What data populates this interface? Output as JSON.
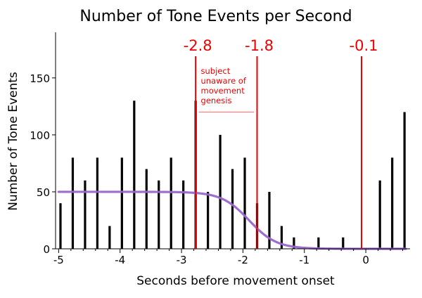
{
  "chart_data": {
    "type": "bar",
    "title": "Number of Tone Events per Second",
    "xlabel": "Seconds before movement onset",
    "ylabel": "Number of Tone Events",
    "xlim": [
      -5.05,
      0.72
    ],
    "ylim": [
      0,
      190
    ],
    "x_ticks": [
      -5,
      -4,
      -3,
      -2,
      -1,
      0
    ],
    "x_tick_labels": [
      "-5",
      "-4",
      "-3",
      "-2",
      "-1",
      "0"
    ],
    "y_ticks": [
      0,
      50,
      100,
      150
    ],
    "y_tick_labels": [
      "0",
      "50",
      "100",
      "150"
    ],
    "grid": false,
    "bar_color": "#000000",
    "bars": [
      {
        "x": -4.97,
        "y": 40
      },
      {
        "x": -4.77,
        "y": 80
      },
      {
        "x": -4.57,
        "y": 60
      },
      {
        "x": -4.37,
        "y": 80
      },
      {
        "x": -4.17,
        "y": 20
      },
      {
        "x": -3.97,
        "y": 80
      },
      {
        "x": -3.77,
        "y": 130
      },
      {
        "x": -3.57,
        "y": 70
      },
      {
        "x": -3.37,
        "y": 60
      },
      {
        "x": -3.17,
        "y": 80
      },
      {
        "x": -2.97,
        "y": 60
      },
      {
        "x": -2.77,
        "y": 130
      },
      {
        "x": -2.57,
        "y": 50
      },
      {
        "x": -2.37,
        "y": 100
      },
      {
        "x": -2.17,
        "y": 70
      },
      {
        "x": -1.97,
        "y": 80
      },
      {
        "x": -1.77,
        "y": 40
      },
      {
        "x": -1.57,
        "y": 50
      },
      {
        "x": -1.37,
        "y": 20
      },
      {
        "x": -1.17,
        "y": 10
      },
      {
        "x": -0.77,
        "y": 10
      },
      {
        "x": -0.37,
        "y": 10
      },
      {
        "x": 0.23,
        "y": 60
      },
      {
        "x": 0.43,
        "y": 80
      },
      {
        "x": 0.63,
        "y": 120
      }
    ],
    "curve": {
      "color": "#9966cc",
      "plateau": 50,
      "midpoint": -1.9,
      "steepness": 4.5,
      "x_start": -5,
      "x_end": 0.65
    },
    "markers": [
      {
        "x": -2.77,
        "label": "-2.8",
        "color": "#ee0000"
      },
      {
        "x": -1.77,
        "label": "-1.8",
        "color": "#ee0000"
      },
      {
        "x": -0.07,
        "label": "-0.1",
        "color": "#ee0000"
      }
    ],
    "annotation": {
      "lines": [
        "subject",
        "unaware of",
        "movement",
        "genesis"
      ],
      "color": "#ee0000",
      "underline_color": "#ff8080",
      "underline_x": [
        -2.72,
        -1.82
      ],
      "underline_y": 120
    }
  }
}
